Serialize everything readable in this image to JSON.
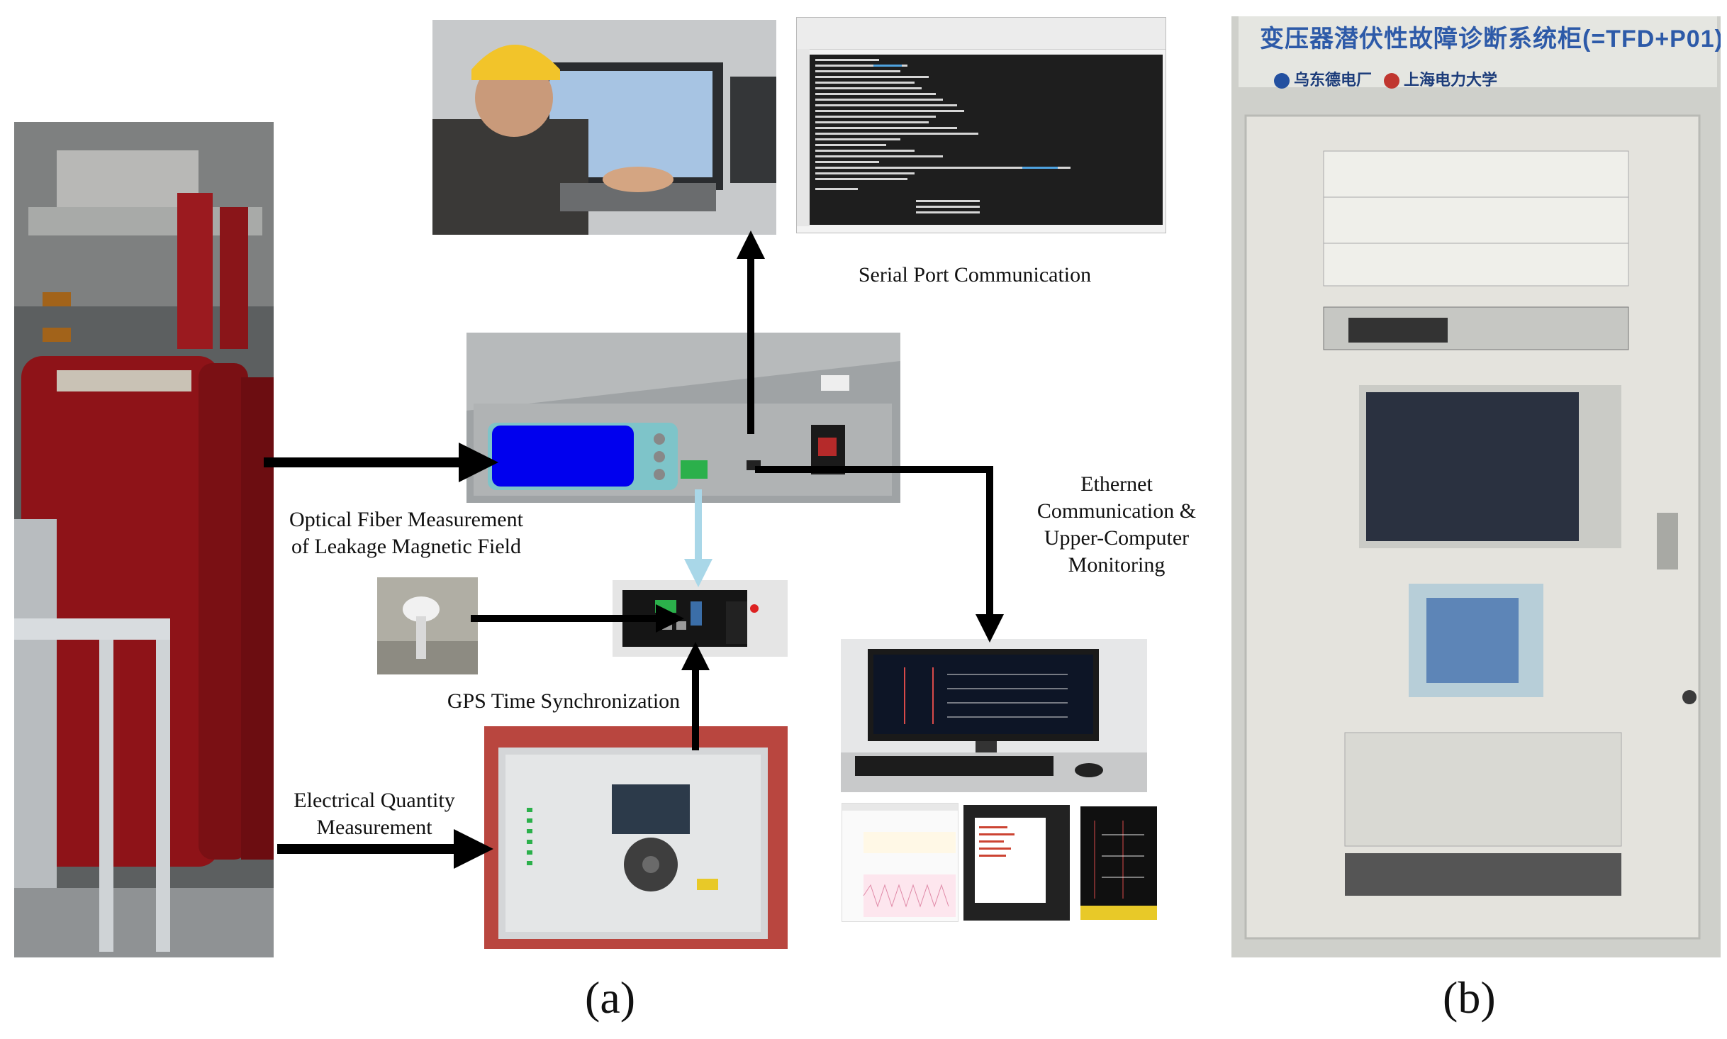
{
  "labels": {
    "serial": "Serial Port Communication",
    "optical_line1": "Optical Fiber Measurement",
    "optical_line2": "of Leakage Magnetic Field",
    "ethernet_line1": "Ethernet",
    "ethernet_line2": "Communication &",
    "ethernet_line3": "Upper-Computer",
    "ethernet_line4": "Monitoring",
    "gps": "GPS Time Synchronization",
    "electrical_line1": "Electrical Quantity",
    "electrical_line2": "Measurement",
    "panel_a": "(a)",
    "panel_b": "(b)"
  },
  "cabinet": {
    "title": "变压器潜伏性故障诊断系统柜(=TFD+P01)",
    "org1": "乌东德电厂",
    "org2": "上海电力大学"
  },
  "colors": {
    "arrow": "#000000",
    "optical_arrow": "#a9d7e8",
    "device_blue": "#0000ee",
    "transformer_red": "#8e1318",
    "terminal_bg": "#1e1e1e",
    "cabinet_bg": "#dcdcd8"
  }
}
